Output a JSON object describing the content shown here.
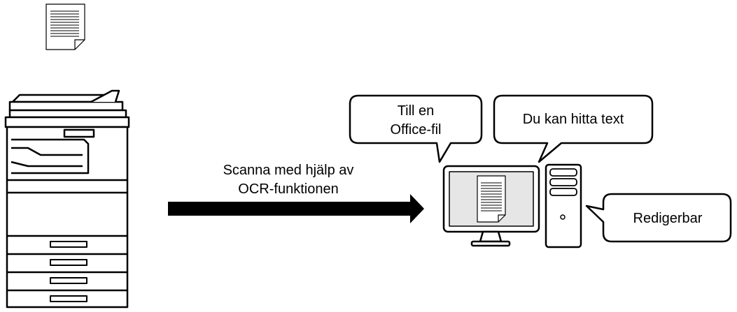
{
  "arrow_label": {
    "line1": "Scanna med hjälp av",
    "line2": "OCR-funktionen"
  },
  "bubbles": {
    "office": {
      "line1": "Till en",
      "line2": "Office-fil"
    },
    "search": {
      "text": "Du kan hitta text"
    },
    "edit": {
      "text": "Redigerbar"
    }
  },
  "colors": {
    "stroke": "#000000",
    "screen_fill": "#e6e6e6",
    "background": "#ffffff"
  },
  "icons": [
    "document-icon",
    "multifunction-printer-icon",
    "arrow-right-icon",
    "monitor-icon",
    "pc-tower-icon",
    "speech-bubble-icon"
  ]
}
